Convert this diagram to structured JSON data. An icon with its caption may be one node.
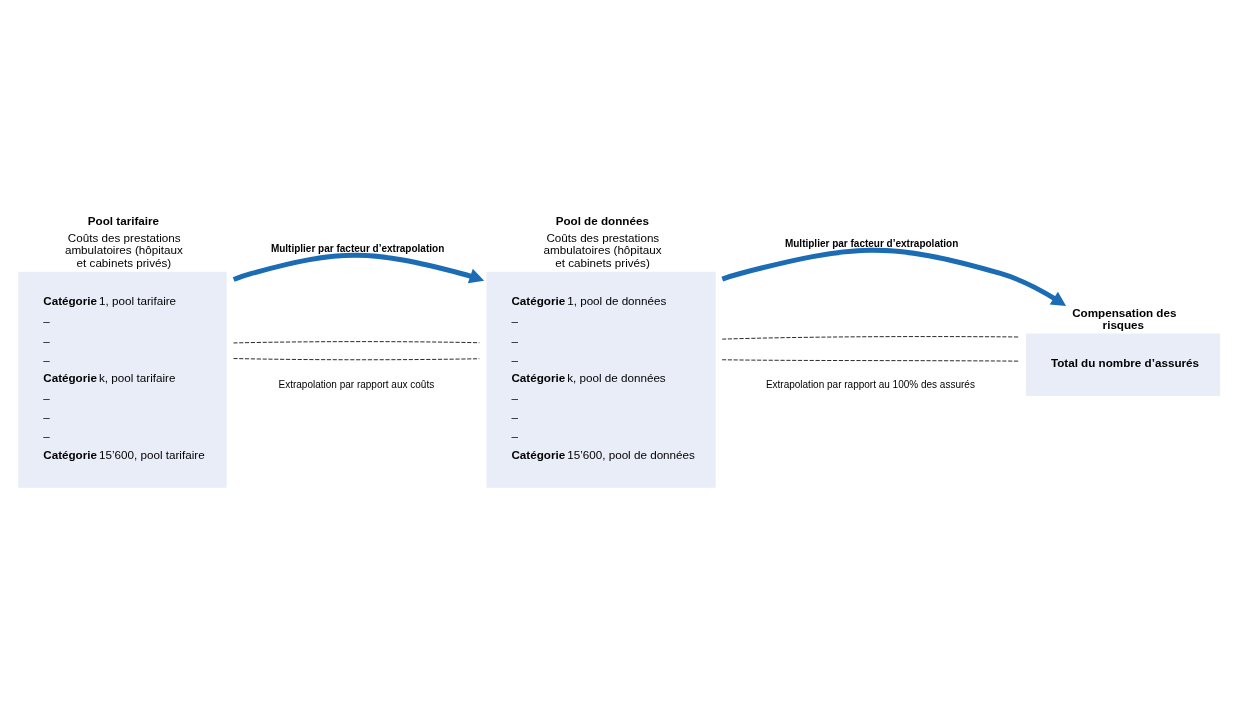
{
  "diagram": {
    "nodes": [
      {
        "text": [
          "Pool tarifaire",
          "Coûts des prestations ambulatoires (hôpitaux et cabinets privés)",
          "**Catégorie** 1, pool tarifaire",
          "–",
          "–",
          "–",
          "**Catégorie** k, pool tarifaire",
          "–",
          "–",
          "–",
          "**Catégorie** 15’600, pool tarifaire"
        ]
      },
      {
        "text": [
          "Pool de données",
          "Coûts des prestations ambulatoires (hôpitaux et cabinets privés)",
          "**Catégorie** 1, pool de données",
          "–",
          "–",
          "–",
          "**Catégorie** k, pool de données",
          "–",
          "–",
          "–",
          "**Catégorie** 15’600, pool de données"
        ]
      },
      {
        "text": [
          "Compensation des risques",
          "**Total du nombre d’assurés**"
        ]
      }
    ],
    "edges": [
      {
        "from": 0,
        "to": 1,
        "arrow": "to",
        "label": "Multiplier par facteur d’extrapolation",
        "style": "thick",
        "color": "#1b6cb4"
      },
      {
        "from": 1,
        "to": 2,
        "arrow": "to",
        "label": "Multiplier par facteur d’extrapolation",
        "style": "thick",
        "color": "#1b6cb4"
      },
      {
        "from": 0,
        "to": 1,
        "arrow": "none",
        "style": "dashed"
      },
      {
        "from": 0,
        "to": 1,
        "arrow": "none",
        "style": "dashed"
      },
      {
        "from": 1,
        "to": 2,
        "arrow": "none",
        "style": "dashed"
      },
      {
        "from": 1,
        "to": 2,
        "arrow": "none",
        "style": "dashed"
      }
    ],
    "labels": [
      "Extrapolation par rapport aux coûts",
      "Extrapolation par rapport au 100% des assurés"
    ]
  }
}
